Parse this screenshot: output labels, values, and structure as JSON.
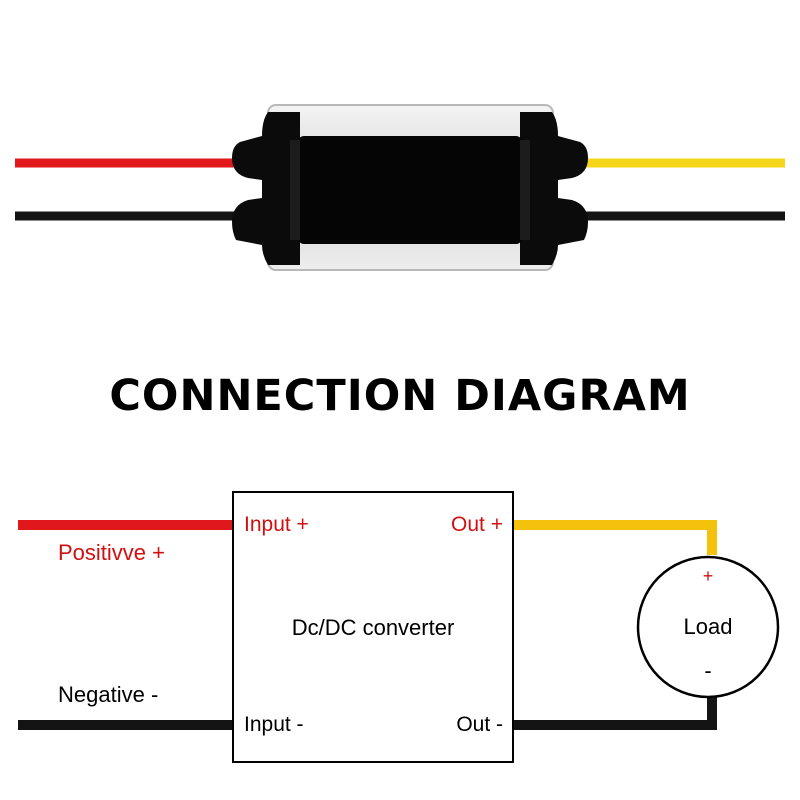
{
  "title": "CONNECTION DIAGRAM",
  "colors": {
    "positive": "#e0171b",
    "negative": "#141414",
    "output_positive": "#f4c20d",
    "converter_body": "#0a0a0a",
    "converter_shell": "#dcdcdc",
    "line": "#000000",
    "positive_label": "#d01010"
  },
  "diagram": {
    "positive_label": "Positivve +",
    "negative_label": "Negative -",
    "converter": {
      "name": "Dc/DC converter",
      "input_pos": "Input +",
      "input_neg": "Input -",
      "output_pos": "Out +",
      "output_neg": "Out -"
    },
    "load": {
      "name": "Load",
      "plus": "+",
      "minus": "-"
    }
  }
}
